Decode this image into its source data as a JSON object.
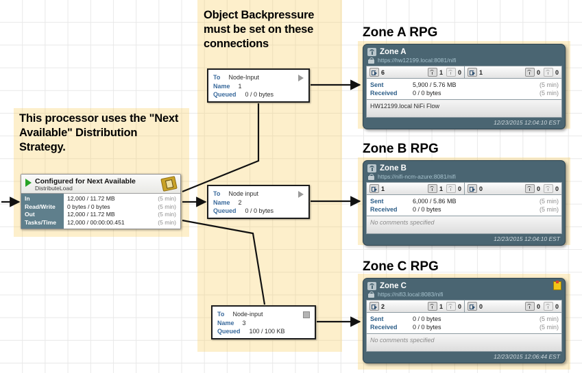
{
  "annotations": {
    "strategy_note": "This processor uses the \"Next Available\" Distribution Strategy.",
    "backpressure_note": "Object Backpressure must be set on these connections"
  },
  "processor": {
    "title": "Configured for Next Available",
    "type": "DistributeLoad",
    "run_state_icon": "play-icon",
    "badge_icon": "bulletin-icon",
    "stats": {
      "labels": [
        "In",
        "Read/Write",
        "Out",
        "Tasks/Time"
      ],
      "values": [
        "12,000 / 11.72 MB",
        "0 bytes / 0 bytes",
        "12,000 / 11.72 MB",
        "12,000 / 00:00:00.451"
      ],
      "times": [
        "(5 min)",
        "(5 min)",
        "(5 min)",
        "(5 min)"
      ]
    }
  },
  "connections": [
    {
      "to_label": "To",
      "to_value": "Node-Input",
      "name_label": "Name",
      "name_value": "1",
      "queued_label": "Queued",
      "queued_value": "0 / 0 bytes",
      "state_icon": "play-icon"
    },
    {
      "to_label": "To",
      "to_value": "Node input",
      "name_label": "Name",
      "name_value": "2",
      "queued_label": "Queued",
      "queued_value": "0 / 0 bytes",
      "state_icon": "play-icon"
    },
    {
      "to_label": "To",
      "to_value": "Node-input",
      "name_label": "Name",
      "name_value": "3",
      "queued_label": "Queued",
      "queued_value": "100 / 100 KB",
      "state_icon": "stop-icon"
    }
  ],
  "rpgs": [
    {
      "heading": "Zone A RPG",
      "name": "Zone A",
      "url": "https://hw12199.local:8081/nifi",
      "secure_icon": "lock-icon",
      "has_warning": false,
      "counts": {
        "input_ports": "6",
        "in_transmitting": "1",
        "in_stopped": "0",
        "output_ports": "1",
        "out_transmitting": "0",
        "out_stopped": "0"
      },
      "io": {
        "sent_label": "Sent",
        "sent_value": "5,900 / 5.76 MB",
        "sent_time": "(5 min)",
        "received_label": "Received",
        "received_value": "0 / 0 bytes",
        "received_time": "(5 min)"
      },
      "comment": "HW12199.local NiFi Flow",
      "comment_is_placeholder": false,
      "timestamp": "12/23/2015 12:04:10 EST"
    },
    {
      "heading": "Zone B RPG",
      "name": "Zone B",
      "url": "https://nifi-ncm-azure:8081/nifi",
      "secure_icon": "lock-icon",
      "has_warning": false,
      "counts": {
        "input_ports": "1",
        "in_transmitting": "1",
        "in_stopped": "0",
        "output_ports": "0",
        "out_transmitting": "0",
        "out_stopped": "0"
      },
      "io": {
        "sent_label": "Sent",
        "sent_value": "6,000 / 5.86 MB",
        "sent_time": "(5 min)",
        "received_label": "Received",
        "received_value": "0 / 0 bytes",
        "received_time": "(5 min)"
      },
      "comment": "No comments specified",
      "comment_is_placeholder": true,
      "timestamp": "12/23/2015 12:04:10 EST"
    },
    {
      "heading": "Zone C RPG",
      "name": "Zone C",
      "url": "https://nifi3.local:8083/nifi",
      "secure_icon": "lock-icon",
      "has_warning": true,
      "counts": {
        "input_ports": "2",
        "in_transmitting": "1",
        "in_stopped": "0",
        "output_ports": "0",
        "out_transmitting": "0",
        "out_stopped": "0"
      },
      "io": {
        "sent_label": "Sent",
        "sent_value": "0 / 0 bytes",
        "sent_time": "(5 min)",
        "received_label": "Received",
        "received_value": "0 / 0 bytes",
        "received_time": "(5 min)"
      },
      "comment": "No comments specified",
      "comment_is_placeholder": true,
      "timestamp": "12/23/2015 12:06:44 EST"
    }
  ],
  "colors": {
    "rpg_header": "#4a6572",
    "highlight_region": "#f8cd62",
    "processor_label_panel": "#5f7f8c",
    "link_blue": "#3a6a9c",
    "run_green": "#27a327",
    "warning_yellow": "#f2c518"
  }
}
